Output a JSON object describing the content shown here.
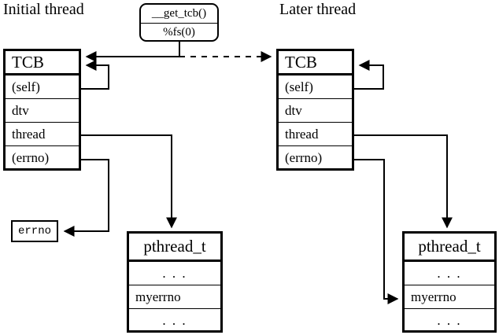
{
  "diagram": {
    "titles": {
      "initial": "Initial thread",
      "later": "Later thread"
    },
    "get_tcb": {
      "function": "__get_tcb()",
      "segment": "%fs(0)"
    },
    "tcb_left": {
      "header": "TCB",
      "rows": [
        "(self)",
        "dtv",
        "thread",
        "(errno)"
      ]
    },
    "tcb_right": {
      "header": "TCB",
      "rows": [
        "(self)",
        "dtv",
        "thread",
        "(errno)"
      ]
    },
    "pthread_left": {
      "header": "pthread_t",
      "rows": [
        ". . .",
        "myerrno",
        ". . ."
      ]
    },
    "pthread_right": {
      "header": "pthread_t",
      "rows": [
        ". . .",
        "myerrno",
        ". . ."
      ]
    },
    "errno_box": {
      "label": "errno"
    },
    "colors": {
      "stroke": "#000000",
      "background": "#ffffff"
    }
  }
}
